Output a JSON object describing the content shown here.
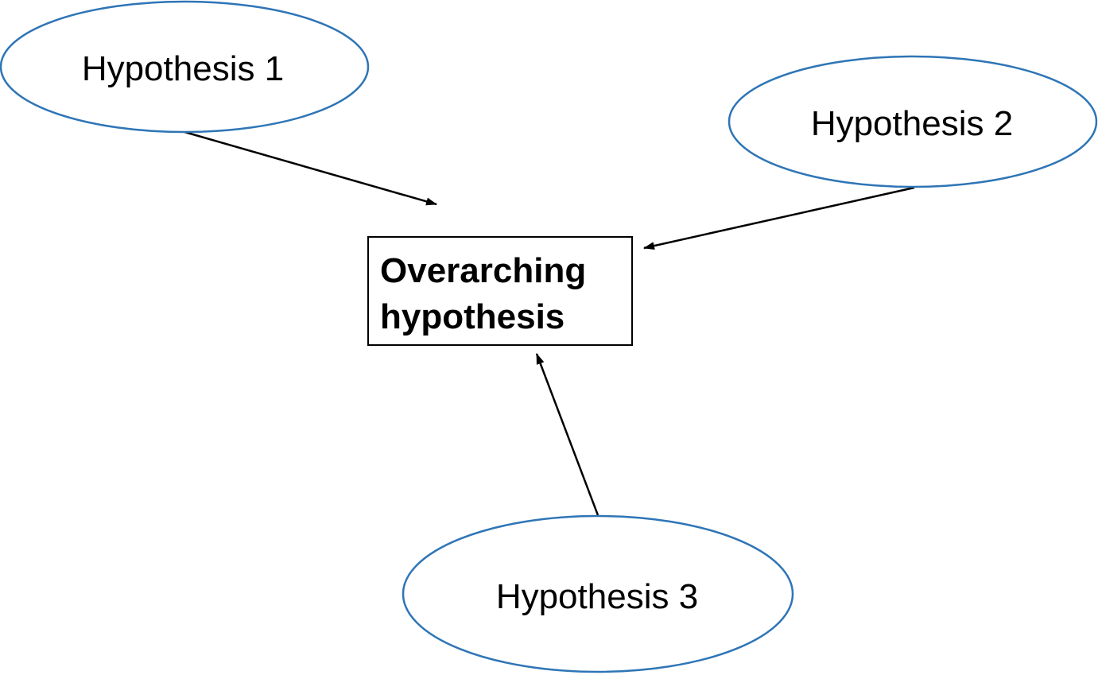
{
  "colors": {
    "ellipse_stroke": "#2e75b6",
    "box_stroke": "#000000",
    "arrow": "#000000",
    "text": "#000000"
  },
  "nodes": {
    "hypothesis_1": {
      "label": "Hypothesis 1"
    },
    "hypothesis_2": {
      "label": "Hypothesis 2"
    },
    "hypothesis_3": {
      "label": "Hypothesis 3"
    },
    "overarching": {
      "line1": "Overarching",
      "line2": "hypothesis"
    }
  },
  "edges": [
    {
      "from": "hypothesis_1",
      "to": "overarching"
    },
    {
      "from": "hypothesis_2",
      "to": "overarching"
    },
    {
      "from": "hypothesis_3",
      "to": "overarching"
    }
  ]
}
